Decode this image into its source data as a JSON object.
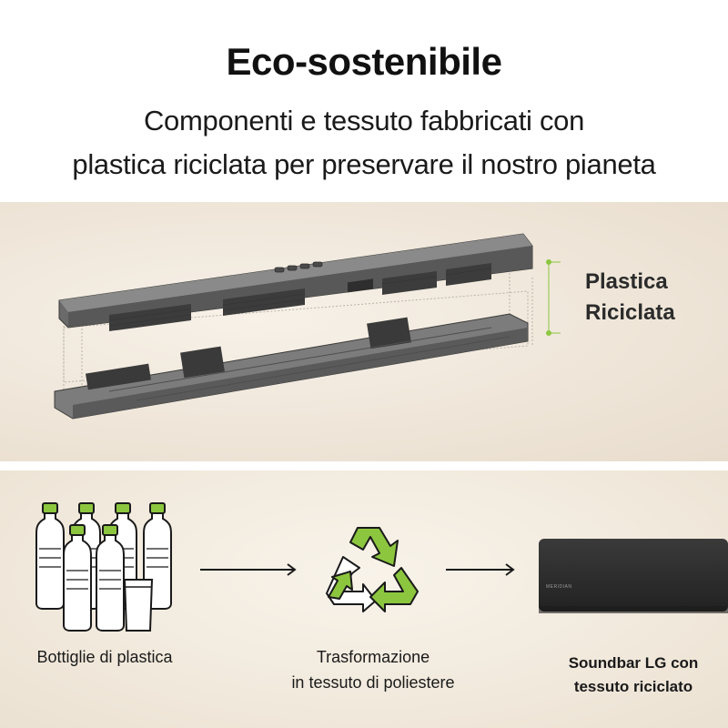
{
  "header": {
    "title": "Eco-sostenibile",
    "subtitle_line1": "Componenti e tessuto fabbricati con",
    "subtitle_line2": "plastica riciclata per preservare il nostro pianeta"
  },
  "product_panel": {
    "label_line1": "Plastica",
    "label_line2": "Riciclata"
  },
  "process": {
    "step1_caption": "Bottiglie di plastica",
    "step2_caption_line1": "Trasformazione",
    "step2_caption_line2": "in tessuto di poliestere",
    "step3_caption_line1": "Soundbar LG con",
    "step3_caption_line2": "tessuto riciclato",
    "soundbar_brand_text": "MERIDIAN"
  },
  "colors": {
    "accent_green": "#8cc63f",
    "bottle_outline": "#1a1a1a",
    "soundbar": "#2e2e2e"
  }
}
